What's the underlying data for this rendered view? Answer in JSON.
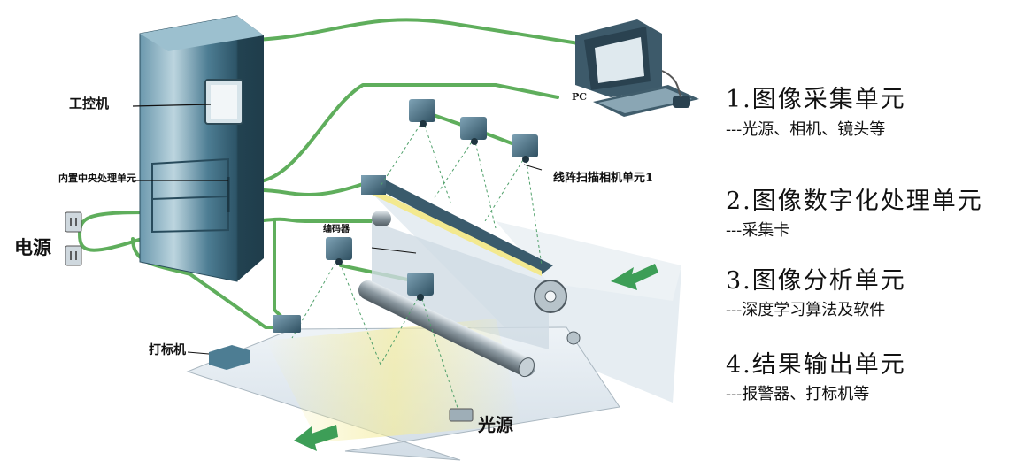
{
  "diagram": {
    "labels": {
      "ipc": "工控机",
      "cpu_unit": "内置中央处理单元",
      "power": "电源",
      "pc": "PC",
      "line_camera": "线阵扫描相机单元1",
      "encoder": "编码器",
      "marker": "打标机",
      "light": "光源"
    }
  },
  "units": [
    {
      "title": "1.图像采集单元",
      "desc": "---光源、相机、镜头等"
    },
    {
      "title": "2.图像数字化处理单元",
      "desc": "---采集卡"
    },
    {
      "title": "3.图像分析单元",
      "desc": "---深度学习算法及软件"
    },
    {
      "title": "4.结果输出单元",
      "desc": "---报警器、打标机等"
    }
  ],
  "colors": {
    "cable": "#5fae5c",
    "cabinet": "#3f6f86",
    "web": "#dfe8ef",
    "arrow": "#3d9e57",
    "light_band": "#f4ec9c"
  }
}
